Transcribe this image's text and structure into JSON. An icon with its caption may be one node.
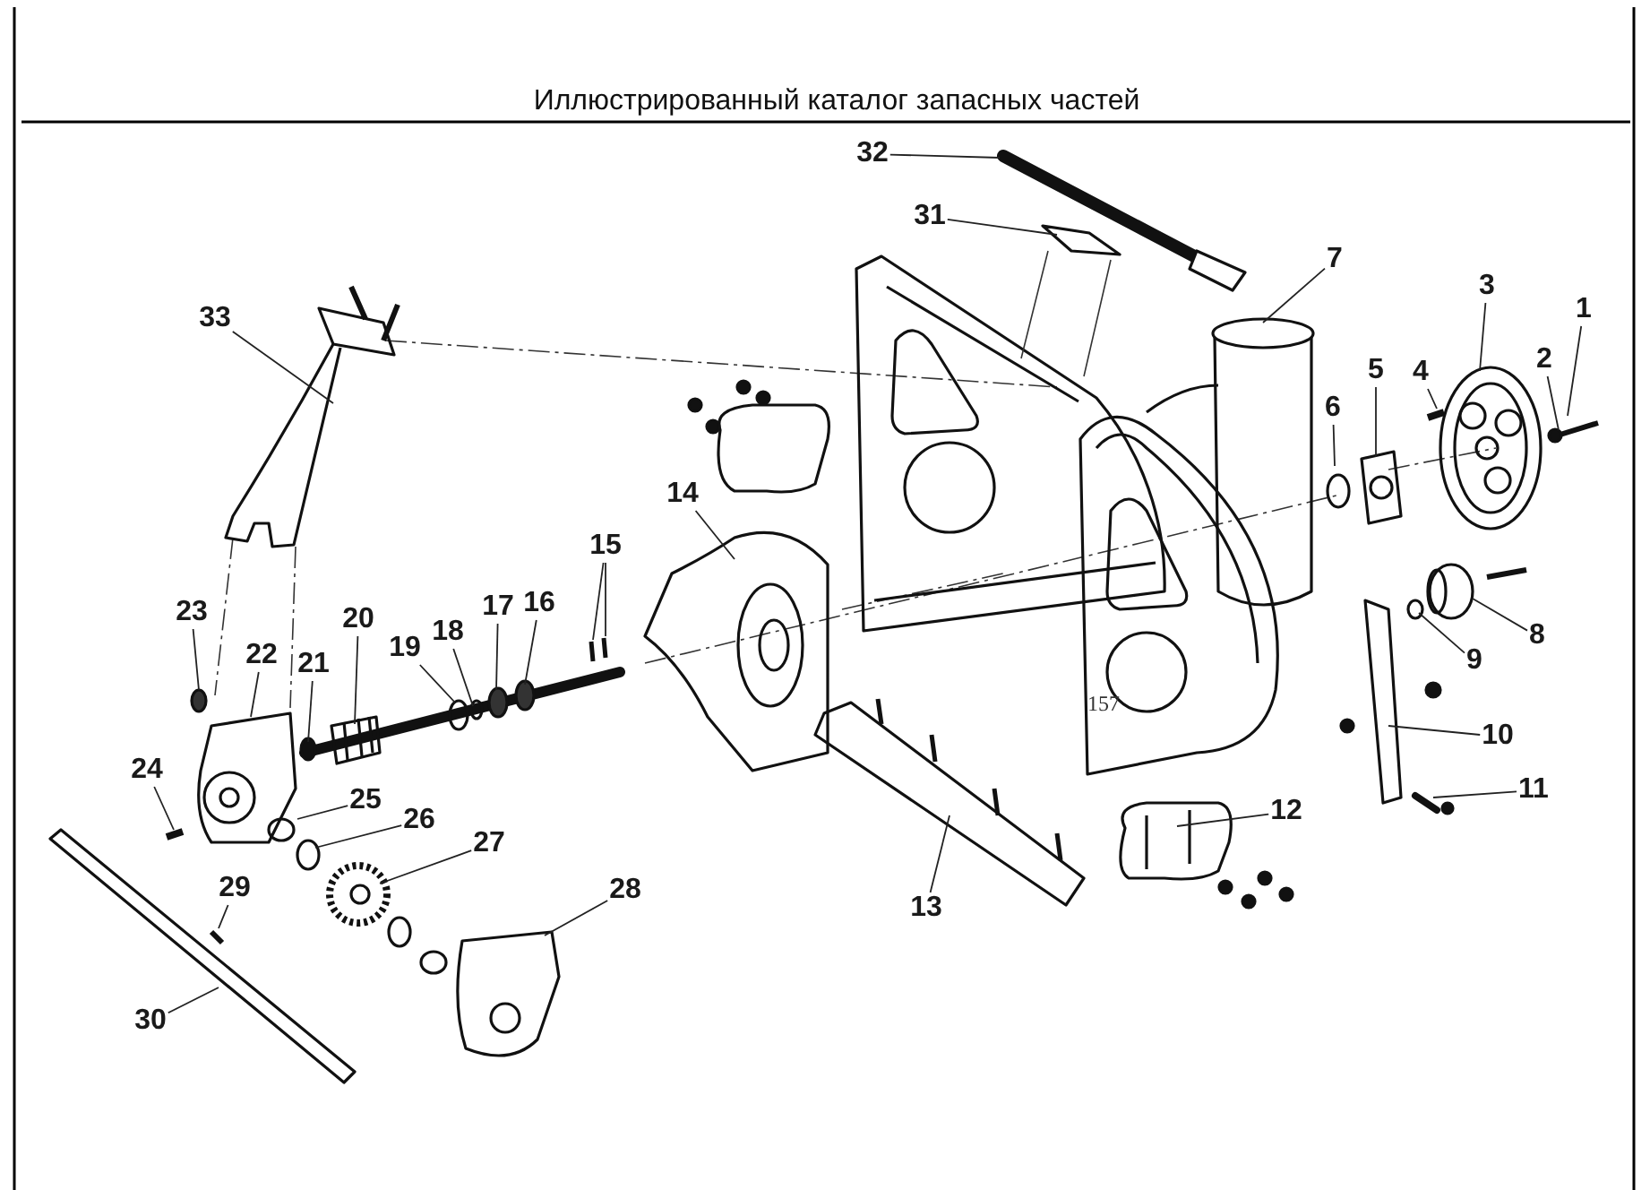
{
  "diagram": {
    "title": "Иллюстрированный каталог запасных частей",
    "nodes": [
      {
        "text": [
          "1"
        ]
      },
      {
        "text": [
          "2"
        ]
      },
      {
        "text": [
          "3"
        ]
      },
      {
        "text": [
          "4"
        ]
      },
      {
        "text": [
          "5"
        ]
      },
      {
        "text": [
          "6"
        ]
      },
      {
        "text": [
          "7"
        ]
      },
      {
        "text": [
          "8"
        ]
      },
      {
        "text": [
          "9"
        ]
      },
      {
        "text": [
          "10"
        ]
      },
      {
        "text": [
          "11"
        ]
      },
      {
        "text": [
          "12"
        ]
      },
      {
        "text": [
          "13"
        ]
      },
      {
        "text": [
          "14"
        ]
      },
      {
        "text": [
          "15"
        ]
      },
      {
        "text": [
          "16"
        ]
      },
      {
        "text": [
          "17"
        ]
      },
      {
        "text": [
          "18"
        ]
      },
      {
        "text": [
          "19"
        ]
      },
      {
        "text": [
          "20"
        ]
      },
      {
        "text": [
          "21"
        ]
      },
      {
        "text": [
          "22"
        ]
      },
      {
        "text": [
          "23"
        ]
      },
      {
        "text": [
          "24"
        ]
      },
      {
        "text": [
          "25"
        ]
      },
      {
        "text": [
          "26"
        ]
      },
      {
        "text": [
          "27"
        ]
      },
      {
        "text": [
          "28"
        ]
      },
      {
        "text": [
          "29"
        ]
      },
      {
        "text": [
          "30"
        ]
      },
      {
        "text": [
          "31"
        ]
      },
      {
        "text": [
          "32"
        ]
      },
      {
        "text": [
          "33"
        ]
      }
    ],
    "edges": [
      {
        "from": 0,
        "to": null,
        "arrow": "none"
      },
      {
        "from": 1,
        "to": null,
        "arrow": "none"
      },
      {
        "from": 2,
        "to": null,
        "arrow": "none"
      },
      {
        "from": 3,
        "to": null,
        "arrow": "none"
      },
      {
        "from": 4,
        "to": null,
        "arrow": "none"
      },
      {
        "from": 5,
        "to": null,
        "arrow": "none"
      },
      {
        "from": 6,
        "to": null,
        "arrow": "none"
      },
      {
        "from": 7,
        "to": null,
        "arrow": "none"
      },
      {
        "from": 8,
        "to": null,
        "arrow": "none"
      },
      {
        "from": 9,
        "to": null,
        "arrow": "none"
      },
      {
        "from": 10,
        "to": null,
        "arrow": "none"
      },
      {
        "from": 11,
        "to": null,
        "arrow": "none"
      },
      {
        "from": 12,
        "to": null,
        "arrow": "none"
      },
      {
        "from": 13,
        "to": null,
        "arrow": "none"
      },
      {
        "from": 14,
        "to": null,
        "arrow": "none"
      },
      {
        "from": 14,
        "to": null,
        "arrow": "none"
      },
      {
        "from": 15,
        "to": null,
        "arrow": "none"
      },
      {
        "from": 16,
        "to": null,
        "arrow": "none"
      },
      {
        "from": 17,
        "to": null,
        "arrow": "none"
      },
      {
        "from": 18,
        "to": null,
        "arrow": "none"
      },
      {
        "from": 19,
        "to": null,
        "arrow": "none"
      },
      {
        "from": 20,
        "to": null,
        "arrow": "none"
      },
      {
        "from": 21,
        "to": null,
        "arrow": "none"
      },
      {
        "from": 22,
        "to": null,
        "arrow": "none"
      },
      {
        "from": 23,
        "to": null,
        "arrow": "none"
      },
      {
        "from": 24,
        "to": null,
        "arrow": "none"
      },
      {
        "from": 25,
        "to": null,
        "arrow": "none"
      },
      {
        "from": 26,
        "to": null,
        "arrow": "none"
      },
      {
        "from": 27,
        "to": null,
        "arrow": "none"
      },
      {
        "from": 28,
        "to": null,
        "arrow": "none"
      },
      {
        "from": 29,
        "to": null,
        "arrow": "none"
      },
      {
        "from": 30,
        "to": null,
        "arrow": "none"
      },
      {
        "from": 31,
        "to": null,
        "arrow": "none"
      },
      {
        "from": 32,
        "to": null,
        "arrow": "none"
      }
    ],
    "labels": [
      "157"
    ]
  }
}
